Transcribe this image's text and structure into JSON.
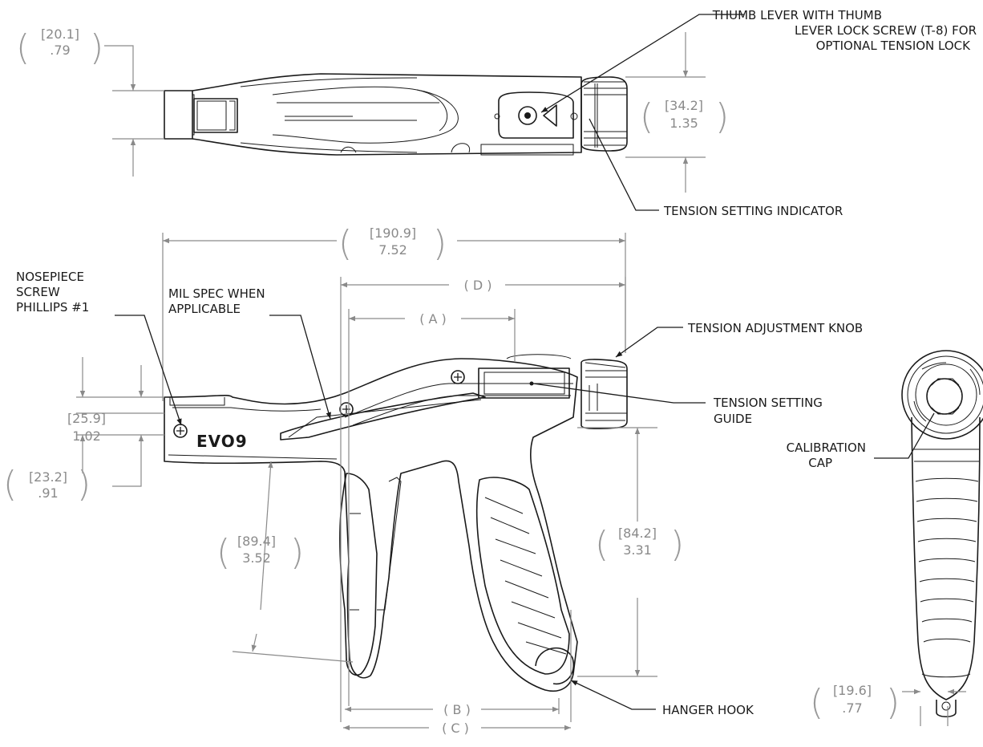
{
  "callouts": {
    "thumb_lever_1": "THUMB LEVER WITH THUMB",
    "thumb_lever_2": "LEVER LOCK SCREW (T-8) FOR",
    "thumb_lever_3": "OPTIONAL TENSION LOCK",
    "tension_indicator": "TENSION SETTING INDICATOR",
    "nosepiece_1": "NOSEPIECE",
    "nosepiece_2": "SCREW",
    "nosepiece_3": "PHILLIPS #1",
    "mil_spec_1": "MIL SPEC WHEN",
    "mil_spec_2": "APPLICABLE",
    "tension_knob": "TENSION ADJUSTMENT KNOB",
    "tension_guide_1": "TENSION SETTING",
    "tension_guide_2": "GUIDE",
    "calibration_1": "CALIBRATION",
    "calibration_2": "CAP",
    "hanger_hook": "HANGER HOOK"
  },
  "logo": "EVO9",
  "dimensions": {
    "top_height_mm": "[20.1]",
    "top_height_in": ".79",
    "top_width_mm": "[34.2]",
    "top_width_in": "1.35",
    "overall_length_mm": "[190.9]",
    "overall_length_in": "7.52",
    "nose_height_mm": "[25.9]",
    "nose_height_in": "1.02",
    "nose_drop_mm": "[23.2]",
    "nose_drop_in": ".91",
    "trigger_mm": "[89.4]",
    "trigger_in": "3.52",
    "handle_mm": "[84.2]",
    "handle_in": "3.31",
    "back_width_mm": "[19.6]",
    "back_width_in": ".77",
    "label_a": "( A )",
    "label_b": "( B )",
    "label_c": "( C )",
    "label_d": "( D )"
  }
}
